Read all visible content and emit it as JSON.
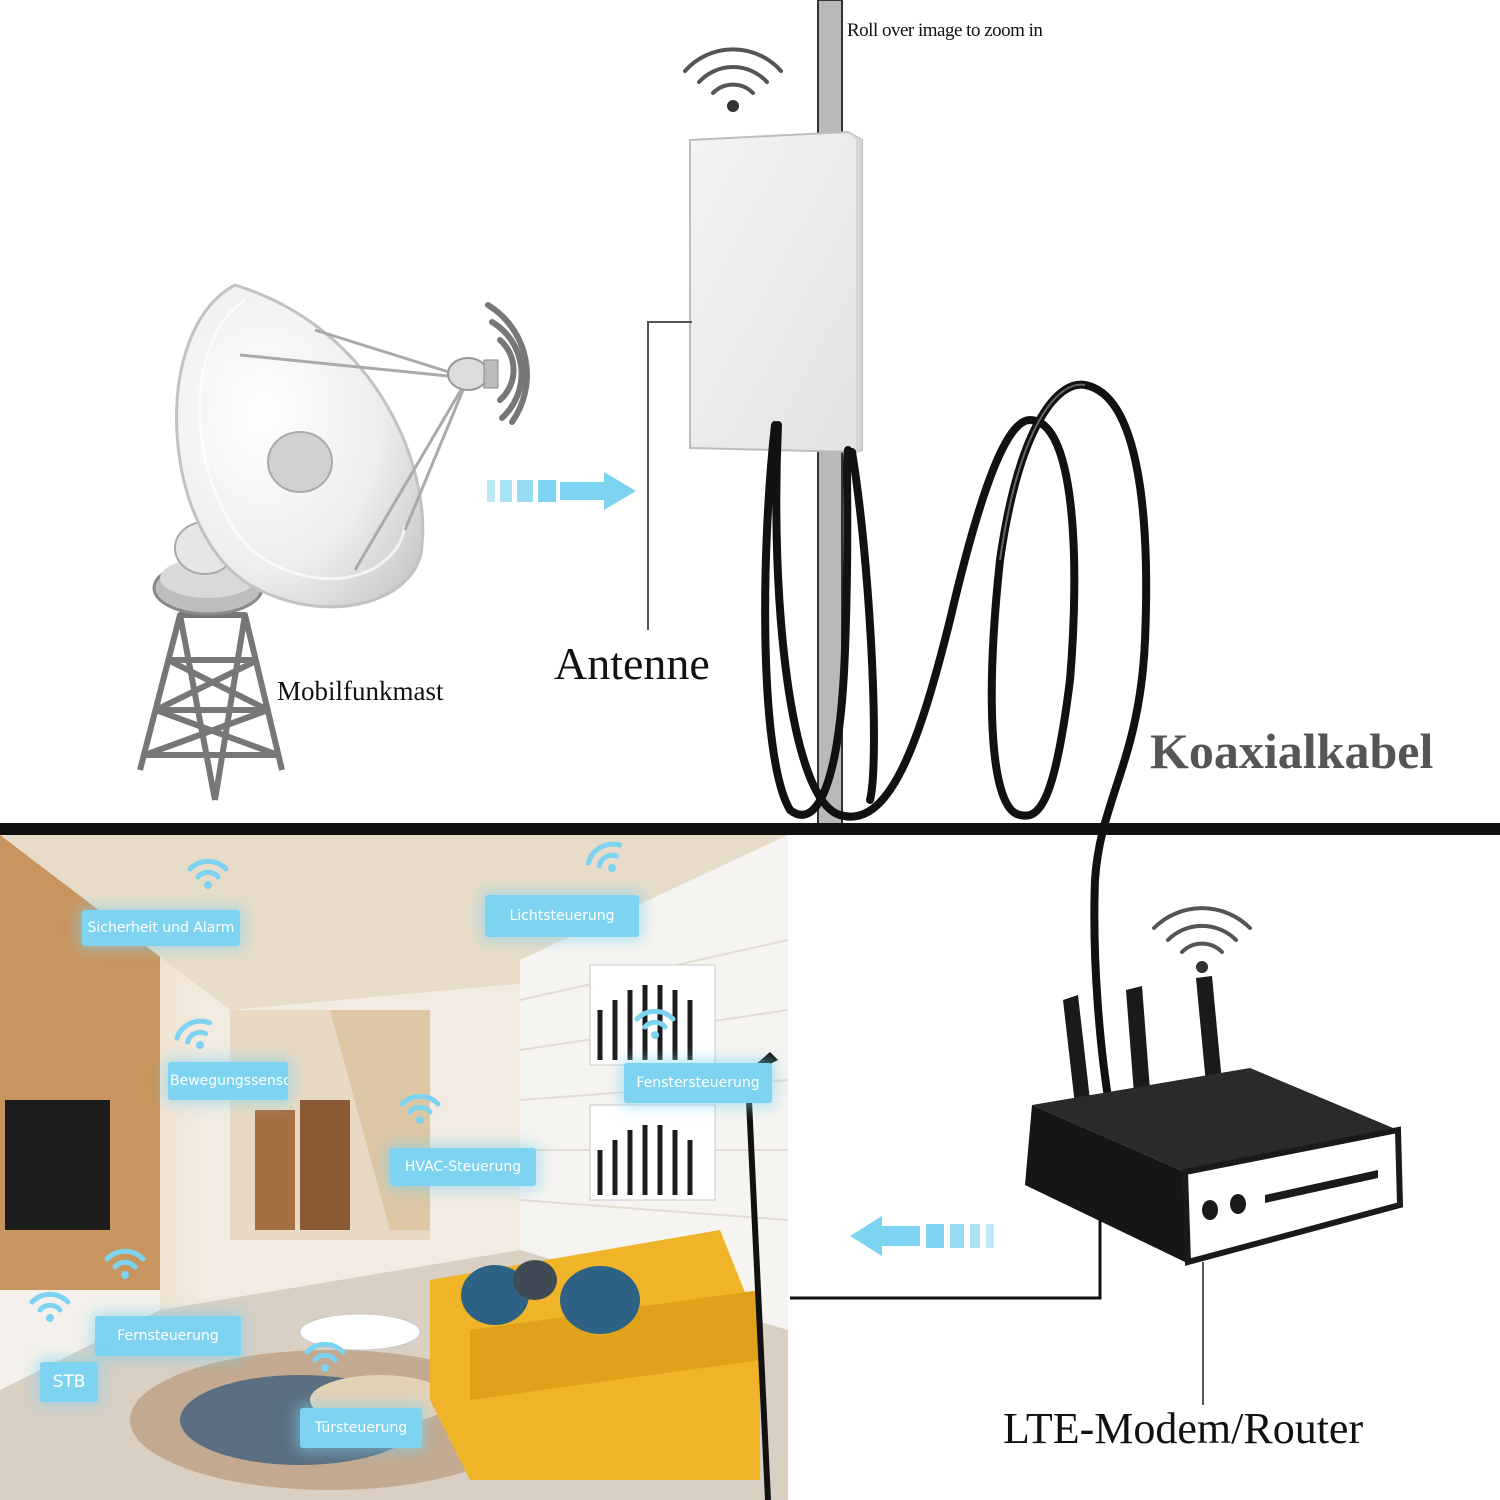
{
  "hint": "Roll over image to zoom in",
  "labels": {
    "mast": "Mobilfunkmast",
    "antenna": "Antenne",
    "cable": "Koaxialkabel",
    "router": "LTE-Modem/Router"
  },
  "room_tags": {
    "security": "Sicherheit und Alarm",
    "light": "Lichtsteuerung",
    "motion": "Bewegungssensor",
    "window": "Fenstersteuerung",
    "hvac": "HVAC-Steuerung",
    "remote": "Fernsteuerung",
    "stb": "STB",
    "door": "Türsteuerung"
  },
  "colors": {
    "accent_cyan": "#7dd3f0",
    "cable": "#111111",
    "divider": "#111111",
    "sofa": "#f0b429"
  },
  "icons": [
    "wifi-icon",
    "arrow-right-icon",
    "arrow-left-icon",
    "satellite-dish-icon",
    "lattice-tower-icon",
    "panel-antenna-icon",
    "router-icon"
  ]
}
